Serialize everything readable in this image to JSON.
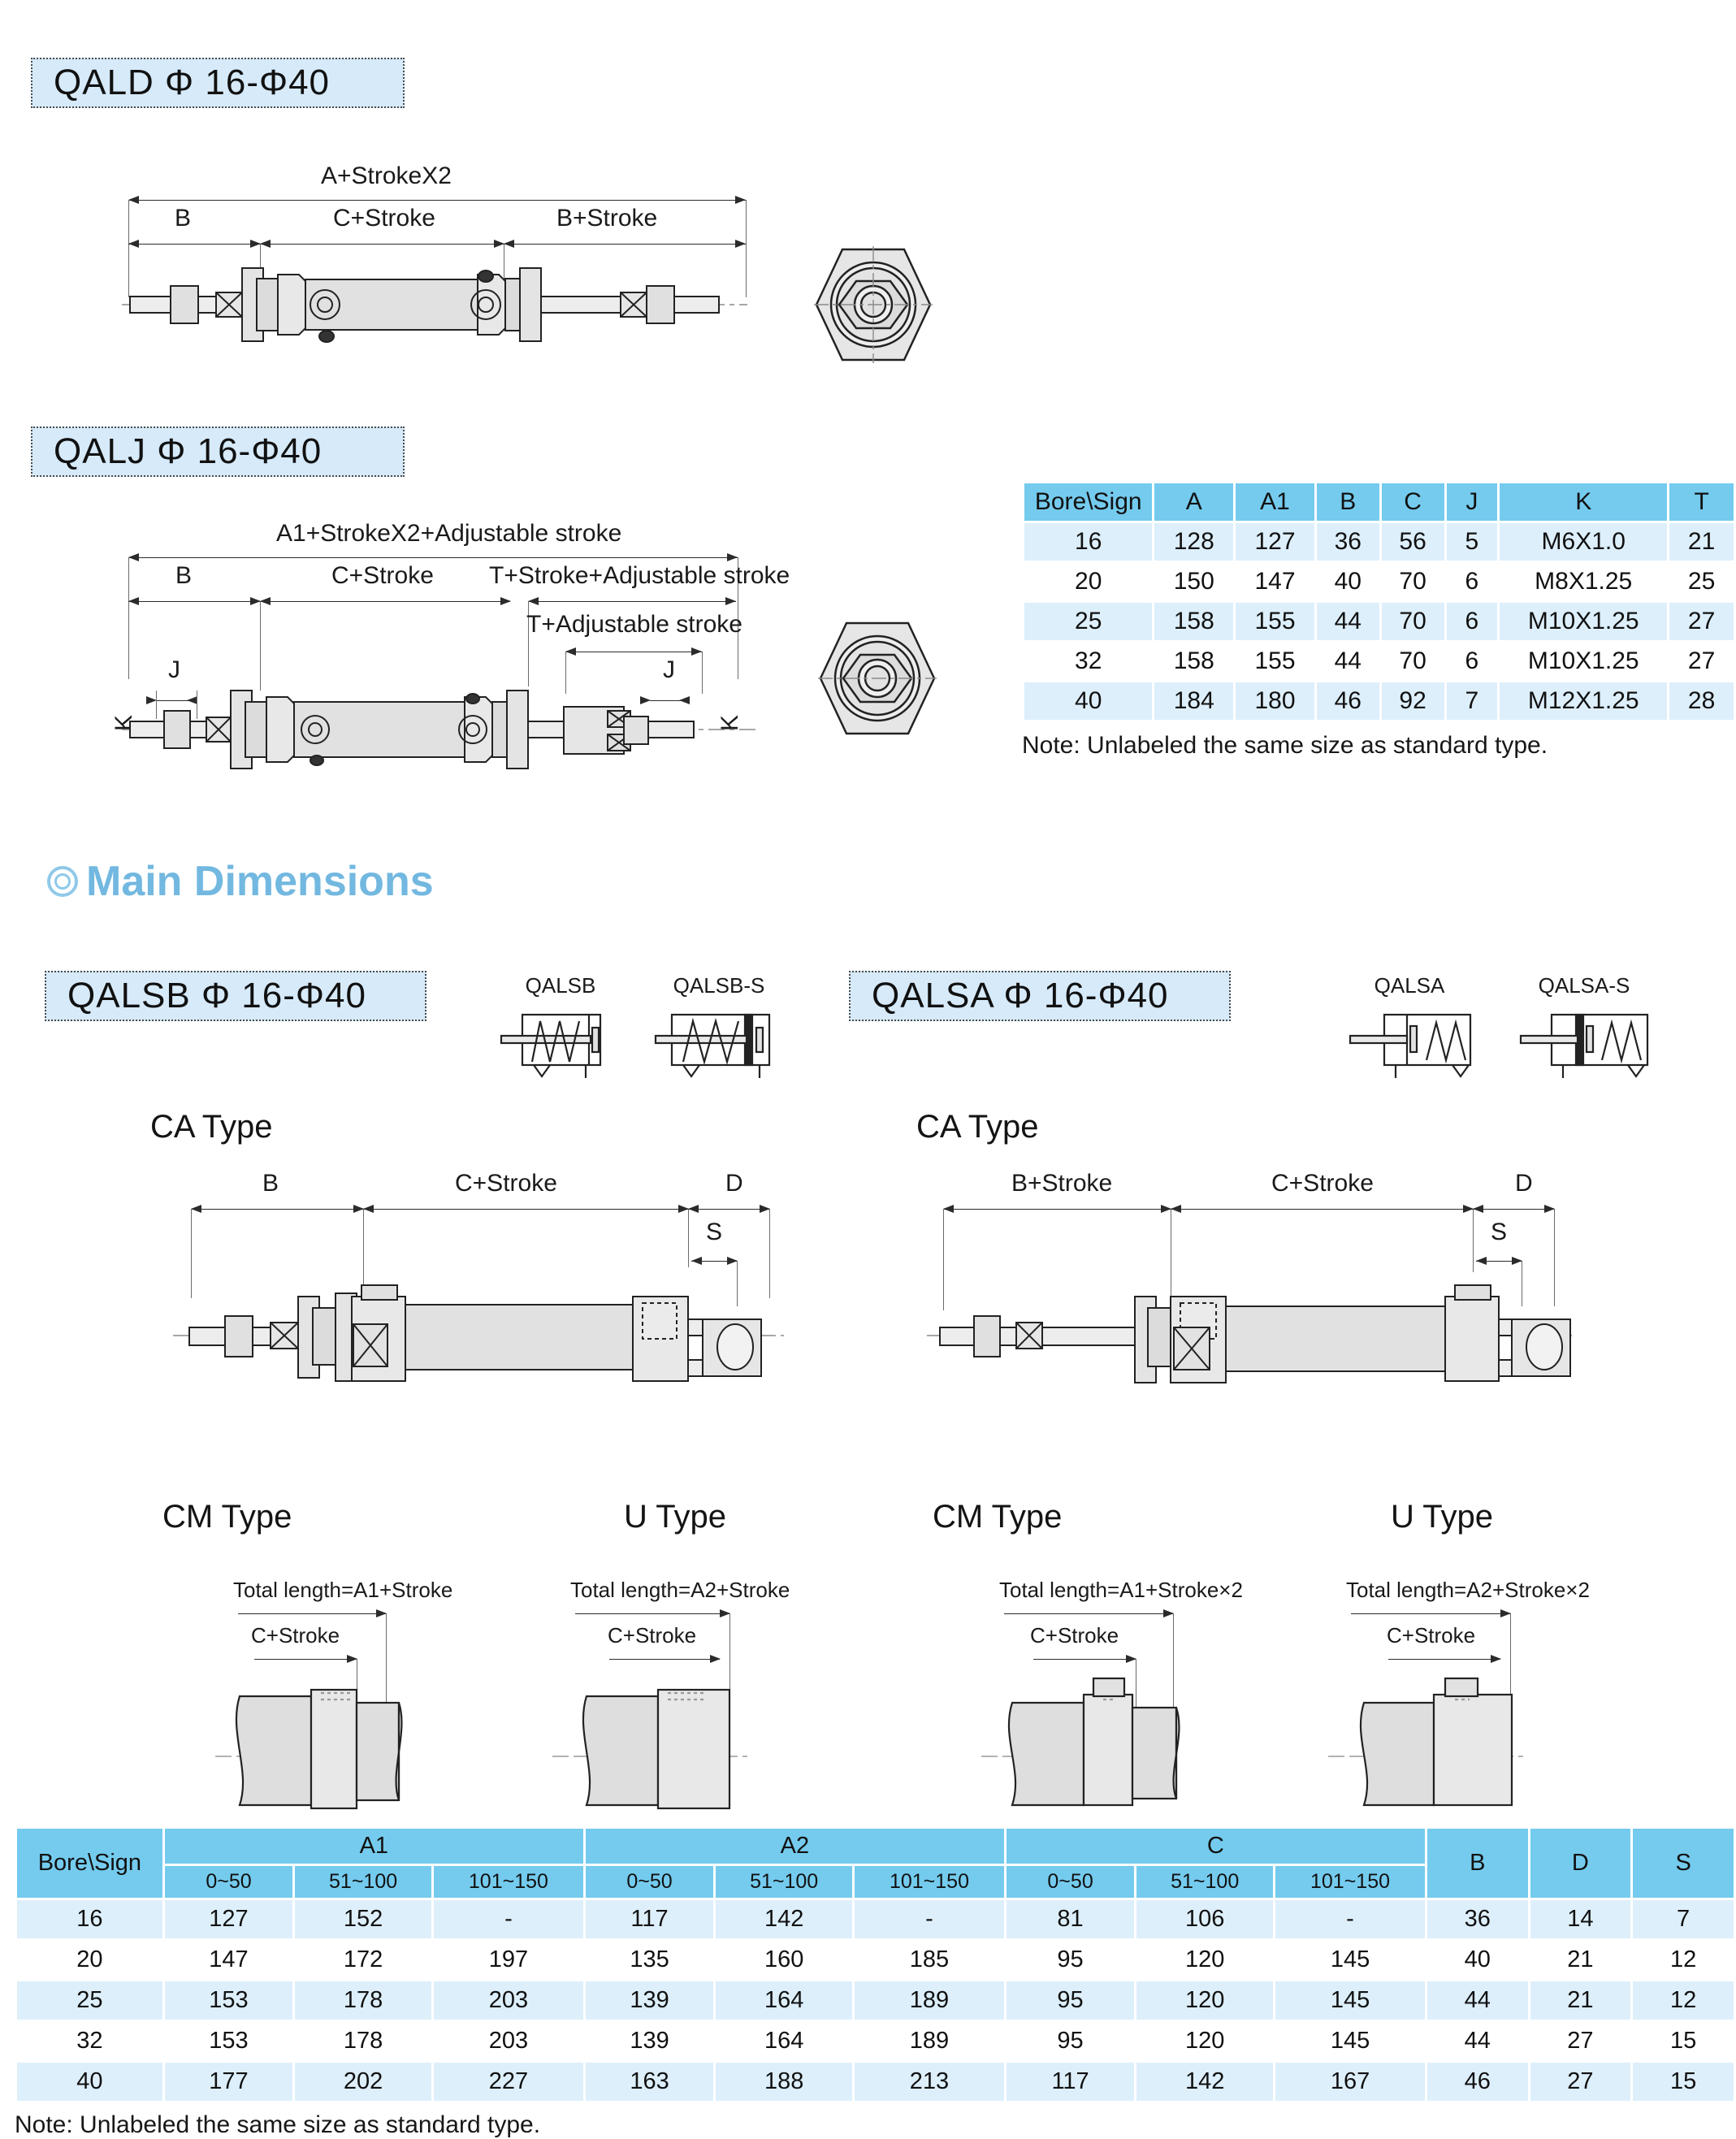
{
  "sections": {
    "qald": {
      "title": "QALD Φ 16-Φ40"
    },
    "qalj": {
      "title": "QALJ Φ 16-Φ40"
    },
    "main_dimensions": {
      "title": "Main Dimensions"
    },
    "qalsb": {
      "title": "QALSB Φ 16-Φ40"
    },
    "qalsa": {
      "title": "QALSA Φ 16-Φ40"
    }
  },
  "qald_dims": {
    "total": "A+StrokeX2",
    "left": "B",
    "middle": "C+Stroke",
    "right": "B+Stroke"
  },
  "qalj_dims": {
    "total": "A1+StrokeX2+Adjustable stroke",
    "left": "B",
    "middle": "C+Stroke",
    "right_top": "T+Stroke+Adjustable stroke",
    "right_bottom": "T+Adjustable stroke",
    "j_left": "J",
    "j_right": "J",
    "k_left": "K",
    "k_right": "K"
  },
  "symbols": {
    "qalsb": "QALSB",
    "qalsb_s": "QALSB-S",
    "qalsa": "QALSA",
    "qalsa_s": "QALSA-S"
  },
  "ca_left": {
    "heading": "CA Type",
    "b": "B",
    "c": "C+Stroke",
    "d": "D",
    "s": "S"
  },
  "ca_right": {
    "heading": "CA Type",
    "b": "B+Stroke",
    "c": "C+Stroke",
    "d": "D",
    "s": "S"
  },
  "cm_left": {
    "heading": "CM Type",
    "total": "Total length=A1+Stroke",
    "c": "C+Stroke"
  },
  "u_left": {
    "heading": "U Type",
    "total": "Total length=A2+Stroke",
    "c": "C+Stroke"
  },
  "cm_right": {
    "heading": "CM Type",
    "total": "Total length=A1+Stroke×2",
    "c": "C+Stroke"
  },
  "u_right": {
    "heading": "U Type",
    "total": "Total length=A2+Stroke×2",
    "c": "C+Stroke"
  },
  "table_top": {
    "headers": [
      "Bore\\Sign",
      "A",
      "A1",
      "B",
      "C",
      "J",
      "K",
      "T"
    ],
    "rows": [
      [
        "16",
        "128",
        "127",
        "36",
        "56",
        "5",
        "M6X1.0",
        "21"
      ],
      [
        "20",
        "150",
        "147",
        "40",
        "70",
        "6",
        "M8X1.25",
        "25"
      ],
      [
        "25",
        "158",
        "155",
        "44",
        "70",
        "6",
        "M10X1.25",
        "27"
      ],
      [
        "32",
        "158",
        "155",
        "44",
        "70",
        "6",
        "M10X1.25",
        "27"
      ],
      [
        "40",
        "184",
        "180",
        "46",
        "92",
        "7",
        "M12X1.25",
        "28"
      ]
    ],
    "note": "Note: Unlabeled the same size as standard type."
  },
  "table_bottom": {
    "corner": "Bore\\Sign",
    "groups": [
      "A1",
      "A2",
      "C"
    ],
    "subheaders": [
      "0~50",
      "51~100",
      "101~150"
    ],
    "plain_headers": [
      "B",
      "D",
      "S"
    ],
    "rows": [
      {
        "bore": "16",
        "a1": [
          "127",
          "152",
          "-"
        ],
        "a2": [
          "117",
          "142",
          "-"
        ],
        "c": [
          "81",
          "106",
          "-"
        ],
        "b": "36",
        "d": "14",
        "s": "7"
      },
      {
        "bore": "20",
        "a1": [
          "147",
          "172",
          "197"
        ],
        "a2": [
          "135",
          "160",
          "185"
        ],
        "c": [
          "95",
          "120",
          "145"
        ],
        "b": "40",
        "d": "21",
        "s": "12"
      },
      {
        "bore": "25",
        "a1": [
          "153",
          "178",
          "203"
        ],
        "a2": [
          "139",
          "164",
          "189"
        ],
        "c": [
          "95",
          "120",
          "145"
        ],
        "b": "44",
        "d": "21",
        "s": "12"
      },
      {
        "bore": "32",
        "a1": [
          "153",
          "178",
          "203"
        ],
        "a2": [
          "139",
          "164",
          "189"
        ],
        "c": [
          "95",
          "120",
          "145"
        ],
        "b": "44",
        "d": "27",
        "s": "15"
      },
      {
        "bore": "40",
        "a1": [
          "177",
          "202",
          "227"
        ],
        "a2": [
          "163",
          "188",
          "213"
        ],
        "c": [
          "117",
          "142",
          "167"
        ],
        "b": "46",
        "d": "27",
        "s": "15"
      }
    ],
    "note": "Note: Unlabeled the same size as standard type."
  },
  "colors": {
    "header_blue": "#74cbee",
    "row_tint": "#ddeffb",
    "chip_bg": "#d6eafa",
    "heading_blue": "#72b8e0"
  }
}
